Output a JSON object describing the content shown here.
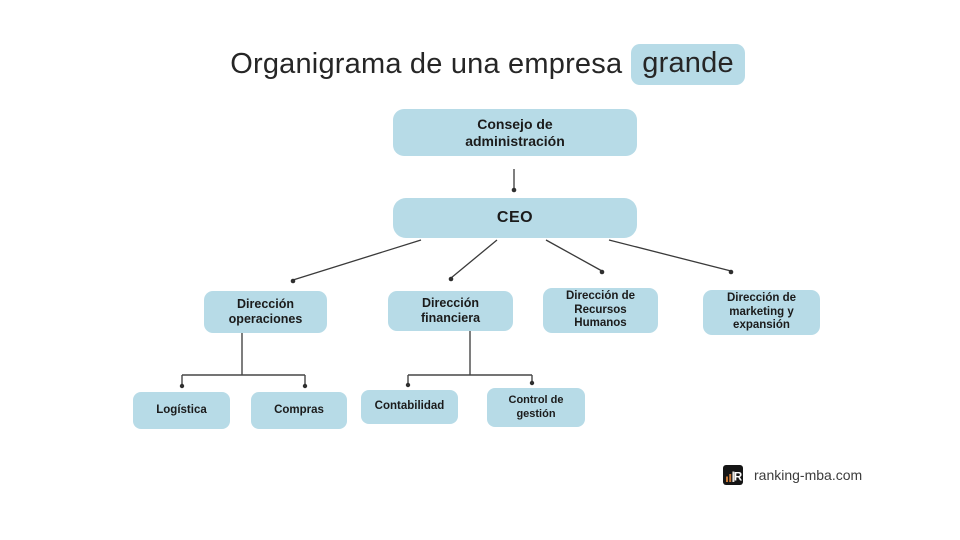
{
  "title": {
    "prefix": "Organigrama de una empresa",
    "highlight": "grande"
  },
  "nodes": {
    "consejo": "Consejo de\nadministración",
    "ceo": "CEO",
    "operaciones": "Dirección\noperaciones",
    "financiera": "Dirección\nfinanciera",
    "rrhh": "Dirección de\nRecursos\nHumanos",
    "marketing": "Dirección de\nmarketing y\nexpansión",
    "logistica": "Logística",
    "compras": "Compras",
    "contabilidad": "Contabilidad",
    "control": "Control de\ngestión"
  },
  "hierarchy": {
    "name": "Consejo de administración",
    "reports": [
      {
        "name": "CEO",
        "reports": [
          {
            "name": "Dirección operaciones",
            "reports": [
              {
                "name": "Logística"
              },
              {
                "name": "Compras"
              }
            ]
          },
          {
            "name": "Dirección financiera",
            "reports": [
              {
                "name": "Contabilidad"
              },
              {
                "name": "Control de gestión"
              }
            ]
          },
          {
            "name": "Dirección de Recursos Humanos",
            "reports": []
          },
          {
            "name": "Dirección de marketing y expansión",
            "reports": []
          }
        ]
      }
    ]
  },
  "footer": {
    "site": "ranking-mba.com",
    "logo_letter": "R"
  },
  "colors": {
    "node_fill": "#b7dbe7",
    "title_highlight_fill": "#b7dbe7",
    "connector": "#3a3a3a",
    "text": "#1b1b1b",
    "logo_bg": "#151515",
    "logo_bars": "#c97a3a"
  }
}
